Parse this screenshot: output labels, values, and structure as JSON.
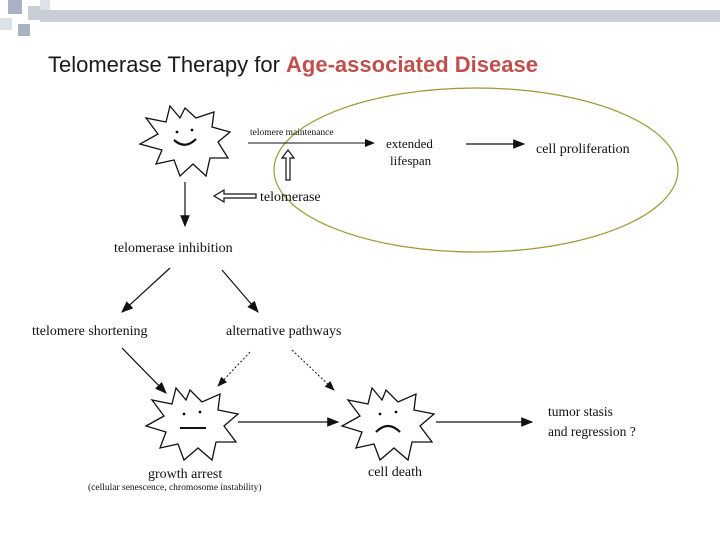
{
  "slide": {
    "title_plain": "Telomerase Therapy for ",
    "title_accent": "Age-associated Disease",
    "accent_color": "#c0504d",
    "header_bar_color": "#c8cdd6",
    "header_square_color": "#a9b2c3",
    "ellipse_color": "#9a9a3a"
  },
  "diagram": {
    "labels": {
      "telomere_maintenance": "telomere maintenance",
      "extended_lifespan_1": "extended",
      "extended_lifespan_2": "lifespan",
      "cell_proliferation": "cell proliferation",
      "telomerase": "telomerase",
      "telomerase_inhibition": "telomerase inhibition",
      "telomere_shortening": "ttelomere shortening",
      "alternative_pathways": "alternative pathways",
      "growth_arrest": "growth arrest",
      "growth_arrest_sub": "(cellular senescence, chromosome instability)",
      "cell_death": "cell death",
      "tumor_stasis_1": "tumor stasis",
      "tumor_stasis_2": "and regression ?"
    },
    "cells": [
      {
        "name": "happy-cell",
        "expression": "smile"
      },
      {
        "name": "growth-arrest-cell",
        "expression": "neutral"
      },
      {
        "name": "cell-death-cell",
        "expression": "frown"
      }
    ]
  }
}
